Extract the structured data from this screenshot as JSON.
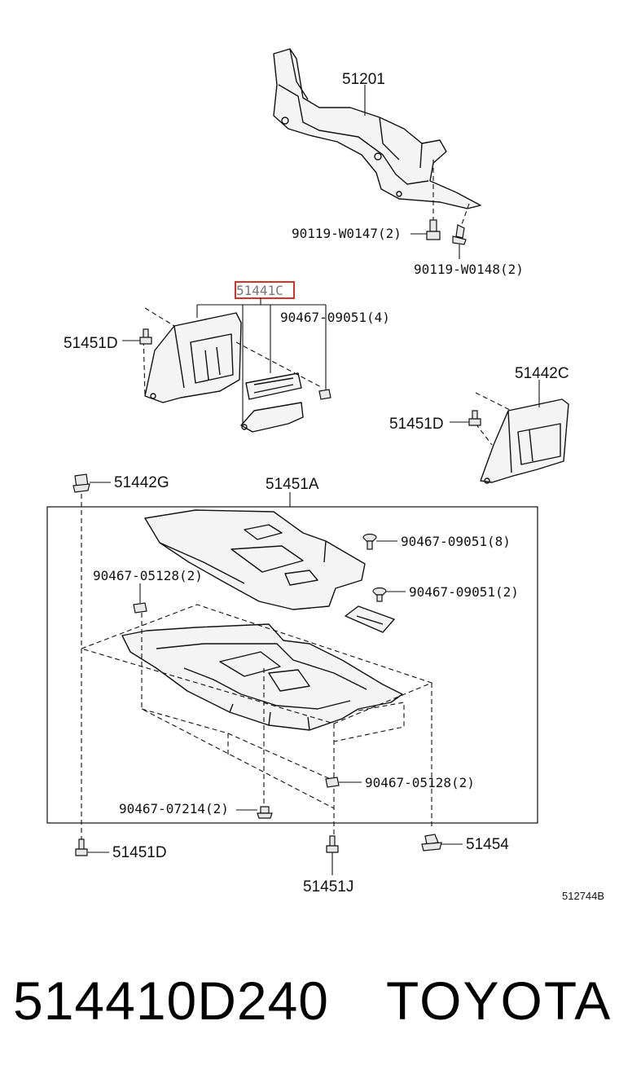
{
  "callouts": {
    "c51201": "51201",
    "c90119_w0147": "90119-W0147(2)",
    "c90119_w0148": "90119-W0148(2)",
    "c51441c": "51441C",
    "c90467_09051_4": "90467-09051(4)",
    "c51451d_top": "51451D",
    "c51442c": "51442C",
    "c51451d_mid": "51451D",
    "c51442g": "51442G",
    "c51451a": "51451A",
    "c90467_09051_8": "90467-09051(8)",
    "c90467_05128_left": "90467-05128(2)",
    "c90467_09051_2": "90467-09051(2)",
    "c90467_05128_bottom": "90467-05128(2)",
    "c90467_07214": "90467-07214(2)",
    "c51451d_bottom": "51451D",
    "c51454": "51454",
    "c51451j": "51451J"
  },
  "diagram_code": "512744B",
  "footer": {
    "part_number": "514410D240",
    "brand": "TOYOTA"
  },
  "highlight_color": "#d9302c"
}
